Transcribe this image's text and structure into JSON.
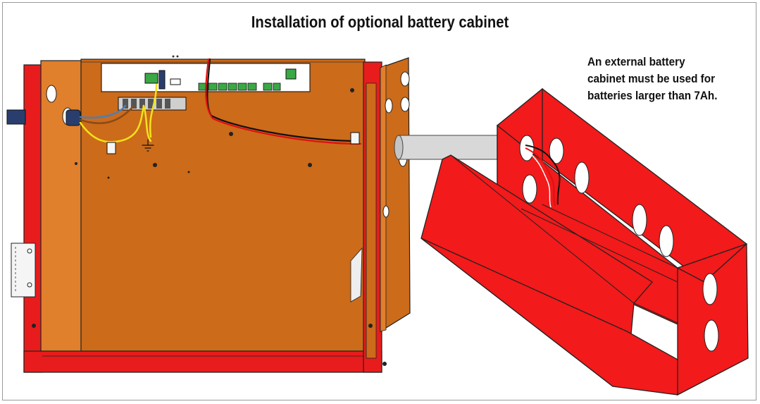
{
  "diagram": {
    "title": "Installation of optional battery cabinet",
    "note_lines": [
      "An external battery",
      "cabinet must be used for",
      "batteries larger than 7Ah."
    ],
    "colors": {
      "panel_orange": "#cc6b1a",
      "door_orange": "#e07f2c",
      "cabinet_red": "#f21a1a",
      "frame_red": "#e81c1c",
      "conduit_grey": "#d8d8d8",
      "board_white": "#ffffff",
      "terminal_green": "#3aa845",
      "wire_red": "#e01010",
      "wire_black": "#111111",
      "wire_yellow": "#f2e21a",
      "wire_blue": "#4a7fb8",
      "wire_brown": "#8a4a1a"
    }
  }
}
